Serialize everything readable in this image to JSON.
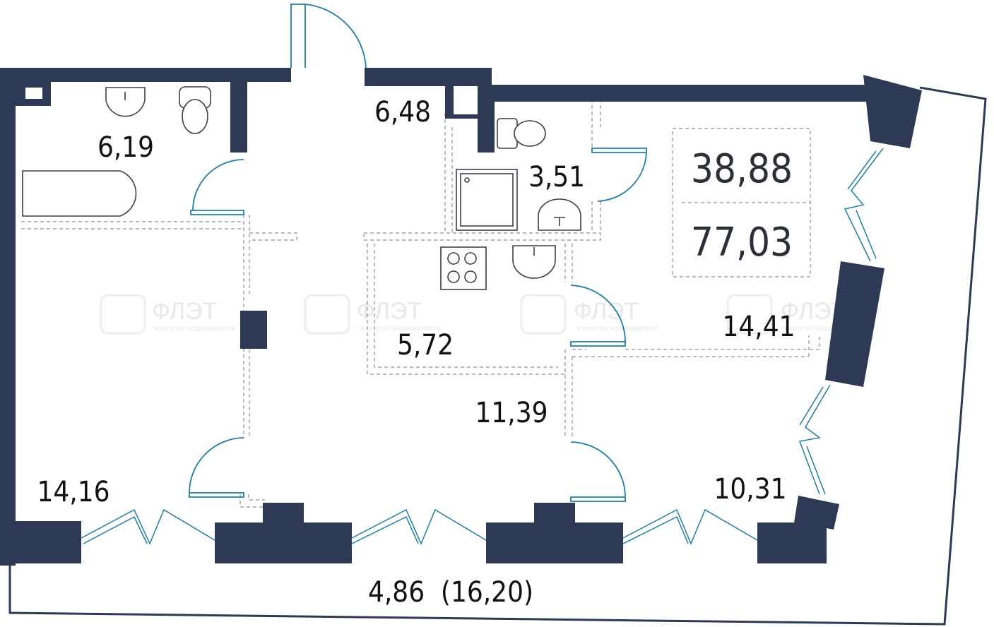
{
  "plan": {
    "total_living_area": "38,88",
    "total_area": "77,03",
    "rooms": [
      {
        "id": "bathroom",
        "area": "6,19"
      },
      {
        "id": "hall",
        "area": "6,48"
      },
      {
        "id": "wc",
        "area": "3,51"
      },
      {
        "id": "kitchen",
        "area": "5,72"
      },
      {
        "id": "corridor",
        "area": "11,39"
      },
      {
        "id": "room-east",
        "area": "14,41"
      },
      {
        "id": "room-west",
        "area": "14,16"
      },
      {
        "id": "room-south",
        "area": "10,31"
      }
    ],
    "balcony_label": "4,86  (16,20)"
  },
  "watermark": {
    "brand": "ФЛЭТ",
    "tagline": "агентство недвижимости"
  },
  "colors": {
    "wall": "#2e3a55",
    "door": "#1e7ea8",
    "dashed": "#8a8f99"
  }
}
